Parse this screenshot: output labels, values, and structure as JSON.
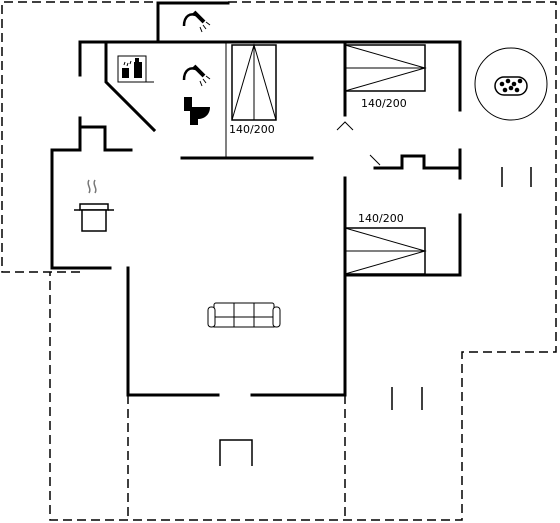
{
  "floor_plan": {
    "beds": [
      {
        "size_label": "140/200"
      },
      {
        "size_label": "140/200"
      },
      {
        "size_label": "140/200"
      }
    ],
    "icons": [
      "shower-icon",
      "sauna-icon",
      "toilet-icon",
      "cooking-pot-icon",
      "sofa-icon",
      "hot-tub-icon"
    ]
  }
}
